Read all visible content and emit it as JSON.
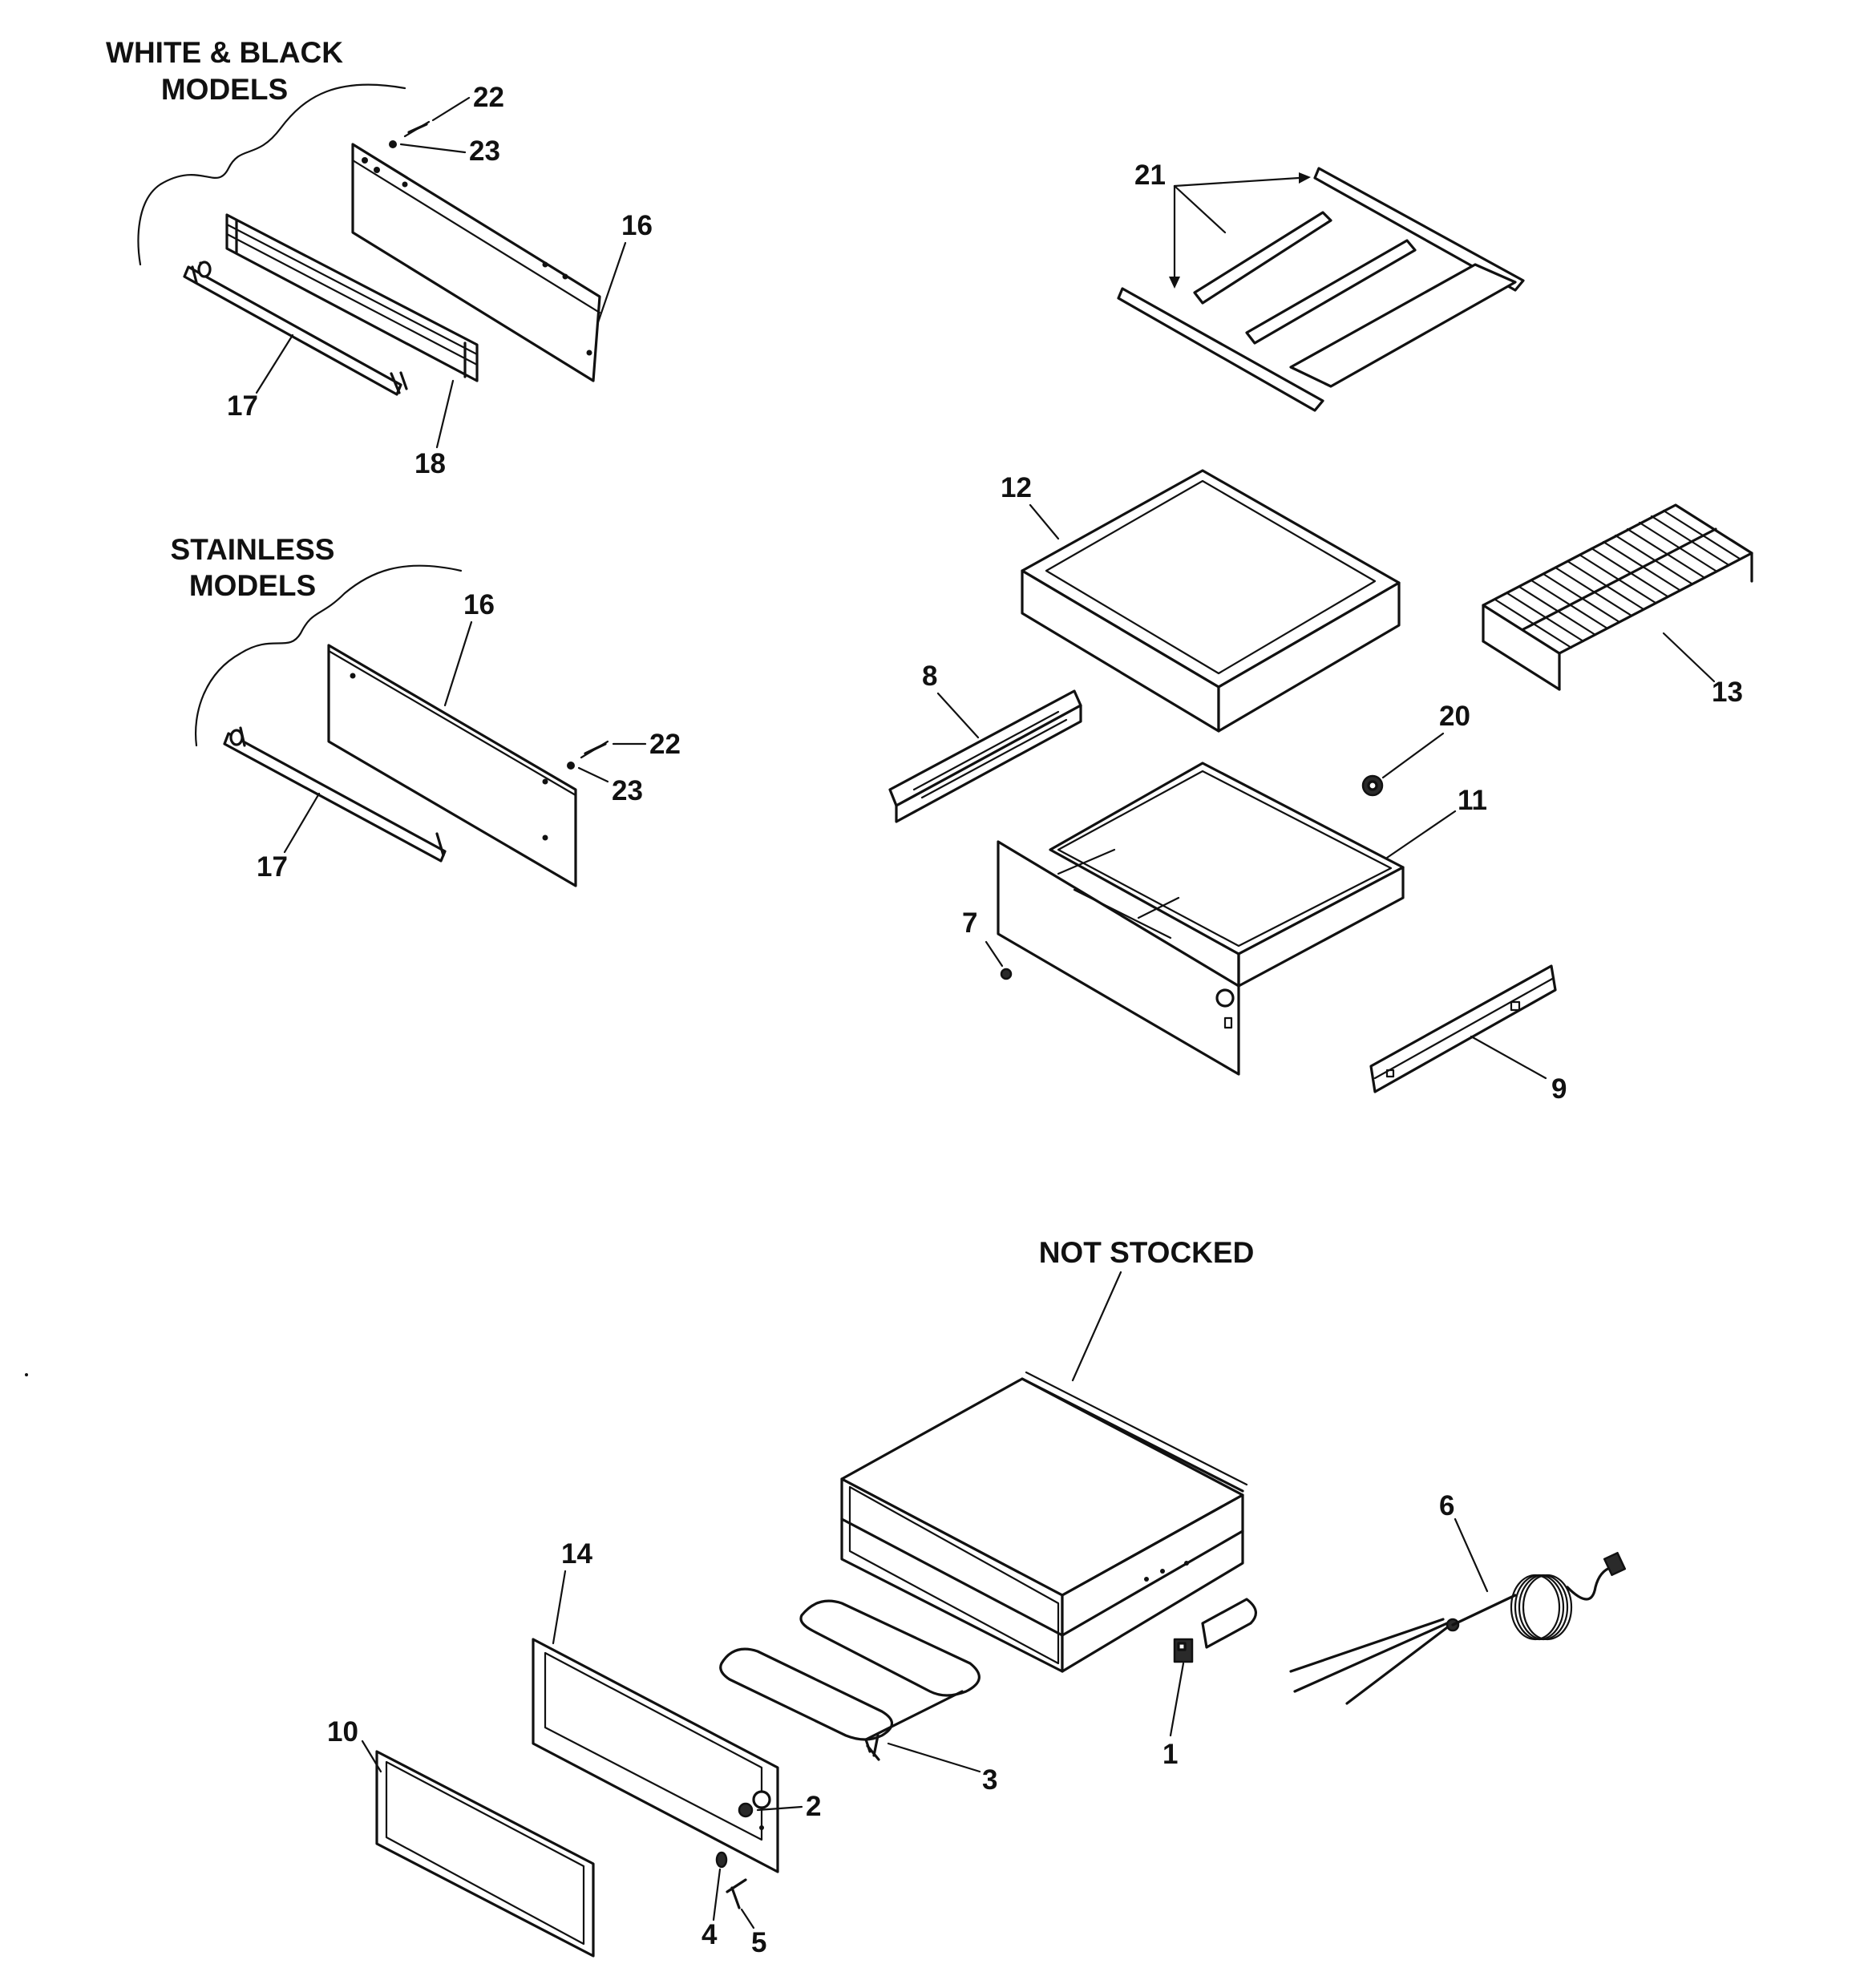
{
  "sections": {
    "white_black": "WHITE & BLACK\nMODELS",
    "white_black_lines": [
      "WHITE & BLACK",
      "MODELS"
    ],
    "stainless_lines": [
      "STAINLESS",
      "MODELS"
    ],
    "not_stocked": "NOT STOCKED"
  },
  "callouts": {
    "c22a": "22",
    "c23a": "23",
    "c16a": "16",
    "c17a": "17",
    "c18": "18",
    "c16b": "16",
    "c22b": "22",
    "c23b": "23",
    "c17b": "17",
    "c21": "21",
    "c12": "12",
    "c13": "13",
    "c8": "8",
    "c20": "20",
    "c11": "11",
    "c7": "7",
    "c9": "9",
    "c6": "6",
    "c14": "14",
    "c10": "10",
    "c2": "2",
    "c3": "3",
    "c1": "1",
    "c4": "4",
    "c5": "5"
  },
  "colors": {
    "ink": "#111111",
    "paper": "#ffffff"
  }
}
